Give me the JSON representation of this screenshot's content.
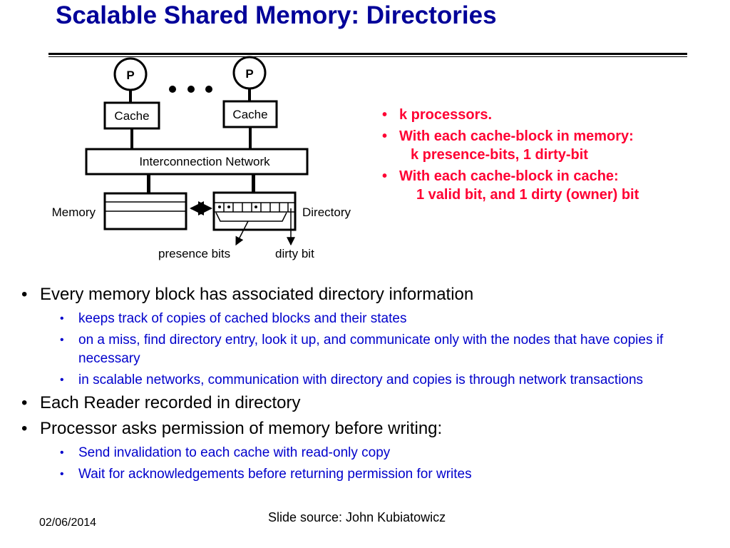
{
  "slide": {
    "title": "Scalable Shared Memory: Directories",
    "date": "02/06/2014",
    "source": "Slide source: John Kubiatowicz"
  },
  "diagram": {
    "processor_label": "P",
    "cache_label": "Cache",
    "network_label": "Interconnection Network",
    "memory_label": "Memory",
    "directory_label": "Directory",
    "presence_bits_label": "presence bits",
    "dirty_bit_label": "dirty bit"
  },
  "highlights": [
    {
      "line1": "k processors."
    },
    {
      "line1": "With each cache-block in memory:",
      "line2": "k  presence-bits, 1 dirty-bit"
    },
    {
      "line1": "With each cache-block in cache:",
      "line2": "1 valid bit, and 1 dirty (owner) bit"
    }
  ],
  "bullets": [
    {
      "text": "Every memory block has associated directory information",
      "sub": [
        "keeps track of copies of cached blocks and their states",
        "on a miss, find directory entry, look it up, and communicate only with the nodes that have copies if necessary",
        "in scalable networks, communication with directory and copies is through network transactions"
      ]
    },
    {
      "text": "Each Reader recorded in directory",
      "sub": []
    },
    {
      "text": "Processor asks permission of memory before writing:",
      "sub": [
        "Send invalidation to each cache with read-only copy",
        "Wait for acknowledgements before returning permission for writes"
      ]
    }
  ],
  "colors": {
    "title": "#000099",
    "highlight": "#ff0033",
    "sub_bullets": "#0000cc"
  }
}
